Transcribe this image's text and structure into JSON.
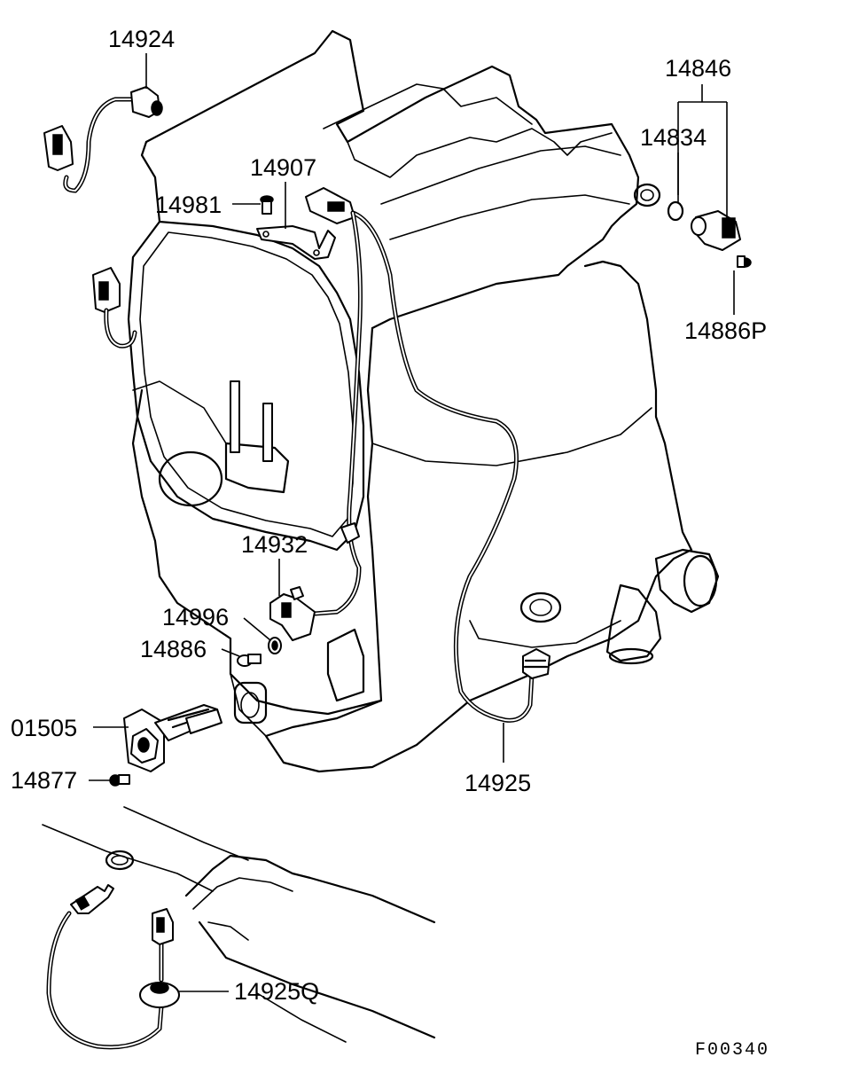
{
  "diagram": {
    "part_numbers": {
      "p14924": "14924",
      "p14846": "14846",
      "p14834": "14834",
      "p14907": "14907",
      "p14981": "14981",
      "p14886P": "14886P",
      "p14932": "14932",
      "p14996": "14996",
      "p14886": "14886",
      "p01505": "01505",
      "p14877": "14877",
      "p14925": "14925",
      "p14925Q": "14925Q"
    },
    "figure_code": "F00340"
  }
}
